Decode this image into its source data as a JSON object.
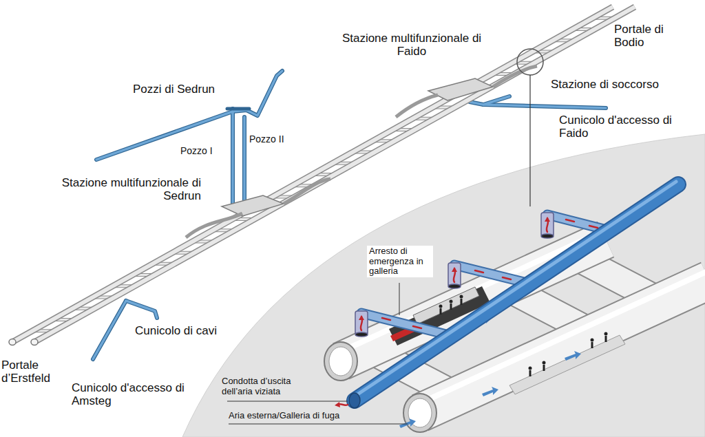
{
  "diagram": {
    "labels": [
      "Stazione multifunzionale di Faido",
      "Portale di Bodio",
      "Pozzi di Sedrun",
      "Stazione di soccorso",
      "Cunicolo d'accesso di Faido",
      "Pozzo II",
      "Pozzo I",
      "Stazione multifunzionale di Sedrun",
      "Arresto di emergenza in galleria",
      "Cunicolo di cavi",
      "Portale d’Erstfeld",
      "Condotta d’uscita dell’aria viziata",
      "Cunicolo d'accesso di Amsteg",
      "Aria esterna/Galleria di fuga"
    ]
  }
}
